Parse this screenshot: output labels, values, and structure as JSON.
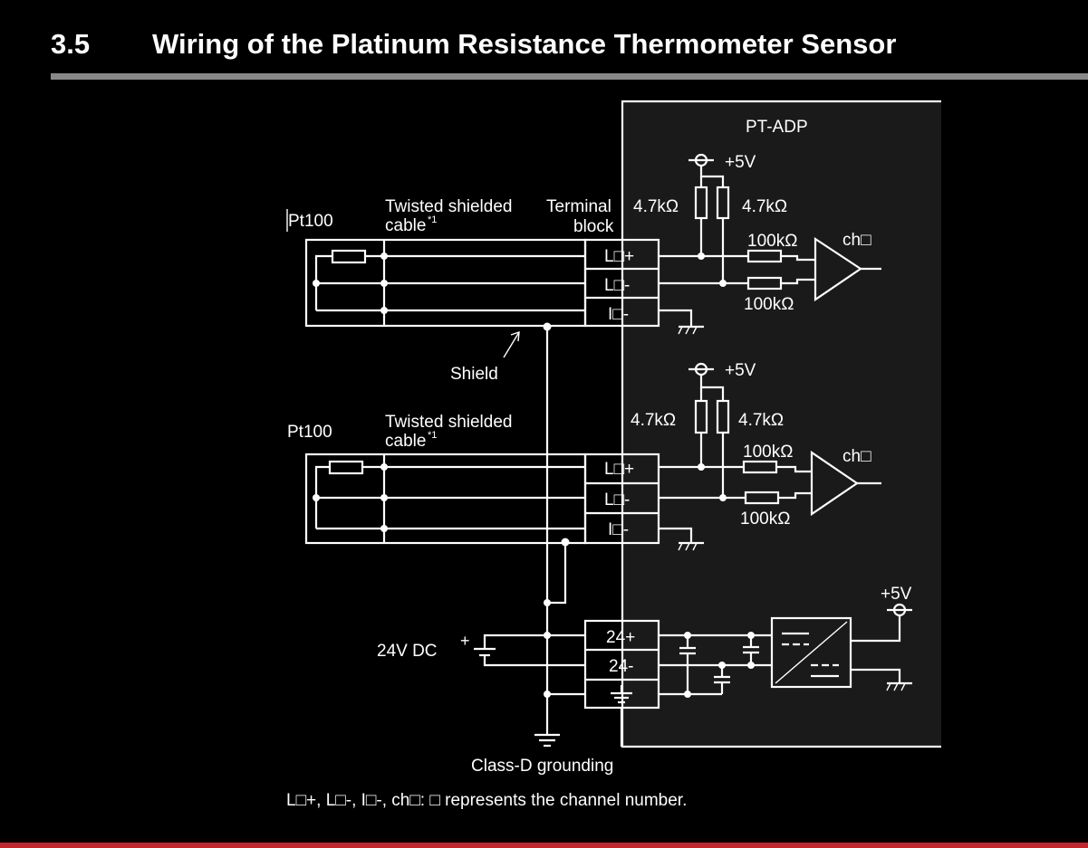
{
  "section": {
    "number": "3.5",
    "title": "Wiring of the Platinum Resistance Thermometer Sensor"
  },
  "colors": {
    "background": "#000000",
    "module_fill": "#1a1a1a",
    "rule": "#888888",
    "bottom_bar": "#c0282d"
  },
  "module": {
    "name": "PT-ADP"
  },
  "sensors": [
    {
      "label": "Pt100",
      "cable_label": "Twisted shielded",
      "cable_label2": "cable",
      "note_mark": "*1"
    },
    {
      "label": "Pt100",
      "cable_label": "Twisted shielded",
      "cable_label2": "cable",
      "note_mark": "*1"
    }
  ],
  "terminal_block": {
    "label_line1": "Terminal",
    "label_line2": "block"
  },
  "channels": [
    {
      "terminals": [
        "L□+",
        "L□-",
        "I□-"
      ],
      "supply": "+5V",
      "pullup_left": "4.7kΩ",
      "pullup_right": "4.7kΩ",
      "r_top": "100kΩ",
      "r_bottom": "100kΩ",
      "output": "ch□"
    },
    {
      "terminals": [
        "L□+",
        "L□-",
        "I□-"
      ],
      "supply": "+5V",
      "pullup_left": "4.7kΩ",
      "pullup_right": "4.7kΩ",
      "r_top": "100kΩ",
      "r_bottom": "100kΩ",
      "output": "ch□"
    }
  ],
  "shield_label": "Shield",
  "power": {
    "source": "24V DC",
    "source_polarity": "+",
    "terminals": [
      "24+",
      "24-"
    ],
    "converter_output": "+5V"
  },
  "grounding_label": "Class-D grounding",
  "footnote": "L□+, L□-, I□-, ch□: □ represents the channel number."
}
